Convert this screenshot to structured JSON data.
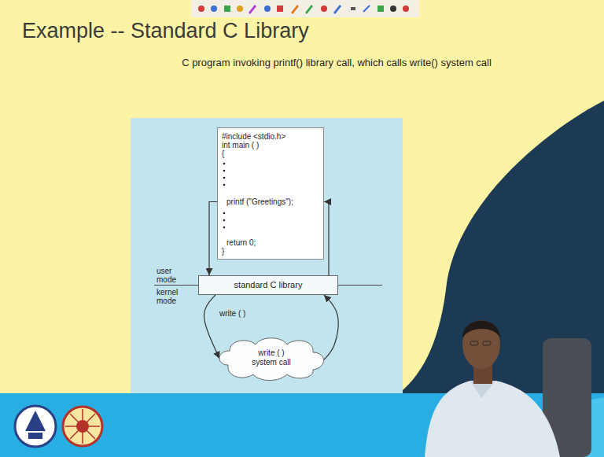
{
  "diagram": {
    "title": "Example -- Standard C Library",
    "nodes": [
      {
        "text": [
          "#include <stdio.h>",
          "int main ( )",
          "{",
          "printf (\"Greetings\");",
          "return 0;",
          "}"
        ]
      },
      {
        "text": [
          "standard C library"
        ]
      },
      {
        "text": [
          "write ( ) system call"
        ]
      }
    ],
    "edges": [
      {
        "from": 0,
        "to": 1,
        "arrow": "to"
      },
      {
        "from": 1,
        "to": 0,
        "arrow": "to"
      },
      {
        "from": 1,
        "to": 2,
        "label": "write ( )",
        "arrow": "to"
      },
      {
        "from": 2,
        "to": 1,
        "arrow": "to"
      }
    ],
    "labels": [
      "C program invoking printf() library call, which calls write() system call",
      "user mode",
      "kernel mode"
    ]
  }
}
